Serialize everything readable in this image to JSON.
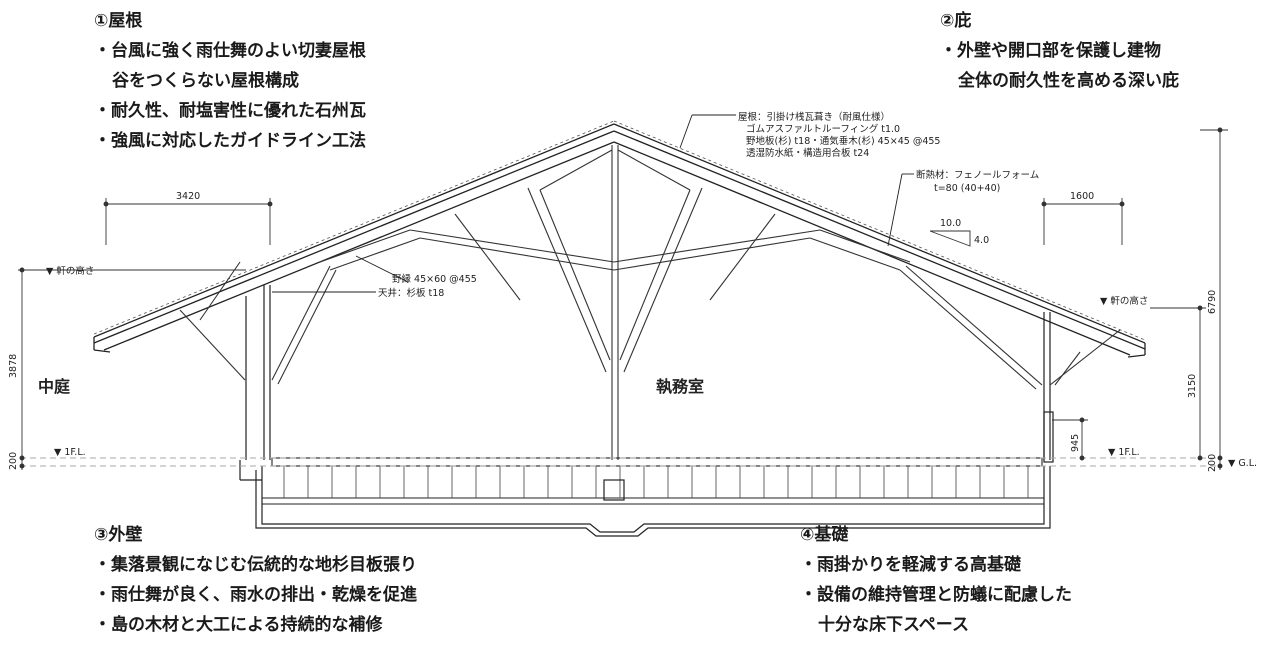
{
  "sections": {
    "roof": {
      "title": "①屋根",
      "lines": [
        "・台風に強く雨仕舞のよい切妻屋根",
        "谷をつくらない屋根構成",
        "・耐久性、耐塩害性に優れた石州瓦",
        "・強風に対応したガイドライン工法"
      ]
    },
    "eaves": {
      "title": "②庇",
      "lines": [
        "・外壁や開口部を保護し建物",
        "全体の耐久性を高める深い庇"
      ]
    },
    "wall": {
      "title": "③外壁",
      "lines": [
        "・集落景観になじむ伝統的な地杉目板張り",
        "・雨仕舞が良く、雨水の排出・乾燥を促進",
        "・島の木材と大工による持続的な補修"
      ]
    },
    "foundation": {
      "title": "④基礎",
      "lines": [
        "・雨掛かりを軽減する高基礎",
        "・設備の維持管理と防蟻に配慮した",
        "十分な床下スペース"
      ]
    }
  },
  "annotations": {
    "roof_spec": [
      "屋根：引掛け桟瓦葺き（耐風仕様）",
      "ゴムアスファルトルーフィング t1.0",
      "野地板(杉) t18・通気垂木(杉) 45×45 @455",
      "透湿防水紙・構造用合板 t24"
    ],
    "insulation": [
      "断熱材：フェノールフォーム",
      "t=80 (40+40)"
    ],
    "ceiling": [
      "野縁 45×60 @455",
      "天井：杉板 t18"
    ]
  },
  "labels": {
    "courtyard": "中庭",
    "office": "執務室",
    "eave_height_left": "▼ 軒の高さ",
    "eave_height_right": "▼ 軒の高さ",
    "fl_left": "▼ 1F.L.",
    "fl_right": "▼ 1F.L.",
    "gl": "▼ G.L."
  },
  "dimensions": {
    "overhang_left": "3420",
    "overhang_right": "1600",
    "pitch_run": "10.0",
    "pitch_rise": "4.0",
    "eave_height_left": "3878",
    "floor_left": "200",
    "total_height": "6790",
    "eave_height_right": "3150",
    "window_height": "945",
    "floor_right": "200"
  }
}
